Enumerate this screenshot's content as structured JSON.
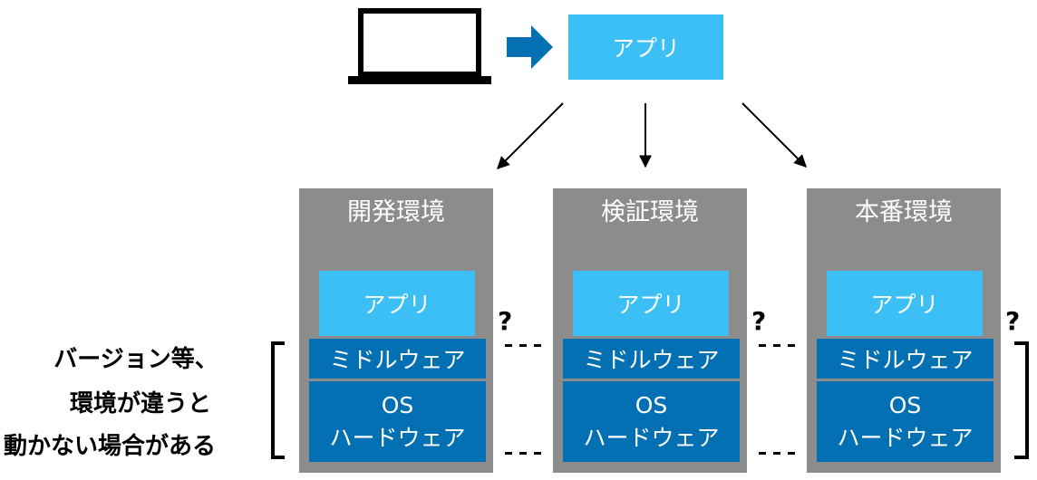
{
  "top_app_label": "アプリ",
  "environments": [
    {
      "title": "開発環境",
      "app": "アプリ",
      "middleware": "ミドルウェア",
      "os": "OS",
      "hardware": "ハードウェア"
    },
    {
      "title": "検証環境",
      "app": "アプリ",
      "middleware": "ミドルウェア",
      "os": "OS",
      "hardware": "ハードウェア"
    },
    {
      "title": "本番環境",
      "app": "アプリ",
      "middleware": "ミドルウェア",
      "os": "OS",
      "hardware": "ハードウェア"
    }
  ],
  "question_mark": "?",
  "left_caption": [
    "バージョン等、",
    "環境が違うと",
    "動かない場合がある"
  ],
  "colors": {
    "light_blue": "#3cbff5",
    "dark_blue": "#0470b4",
    "gray": "#8c8c8c",
    "black": "#000000"
  },
  "icons": [
    "laptop-icon",
    "right-arrow-icon"
  ]
}
